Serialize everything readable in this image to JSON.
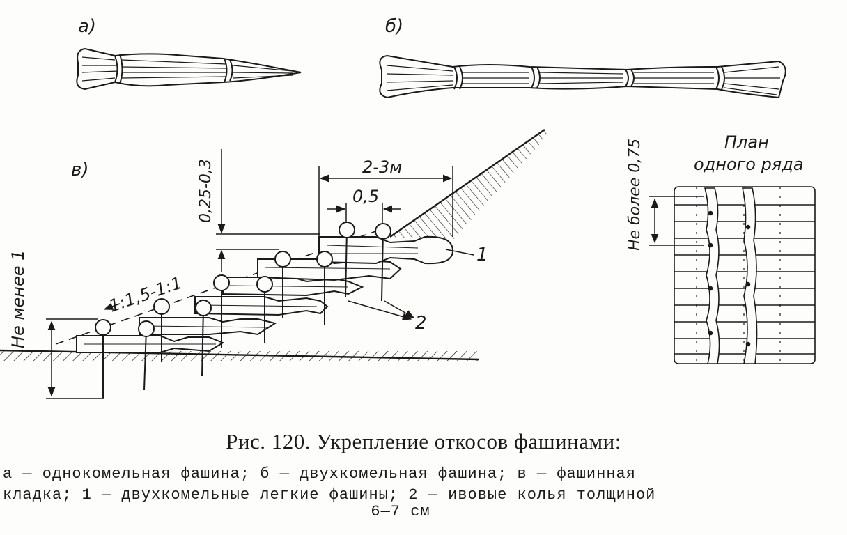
{
  "panels": {
    "a_label": "а)",
    "b_label": "б)",
    "v_label": "в)"
  },
  "dimensions": {
    "width_range": "2-3м",
    "spacing": "0,5",
    "step_height": "0,25-0,3",
    "slope": "1:1,5-1:1",
    "min_depth": "Не менее 1",
    "plan_max": "Не более 0,75"
  },
  "callouts": {
    "c1": "1",
    "c2": "2"
  },
  "plan": {
    "title_line1": "План",
    "title_line2": "одного ряда"
  },
  "caption": {
    "title": "Рис. 120. Укрепление откосов фашинами:",
    "line1": "а — однокомельная фашина; б — двухкомельная фашина; в — фашинная",
    "line2": "кладка; 1 — двухкомельные легкие фашины; 2 — ивовые колья толщиной",
    "line3": "6—7 см"
  },
  "colors": {
    "ink": "#1a1a1a",
    "paper": "#fdfdfb"
  }
}
